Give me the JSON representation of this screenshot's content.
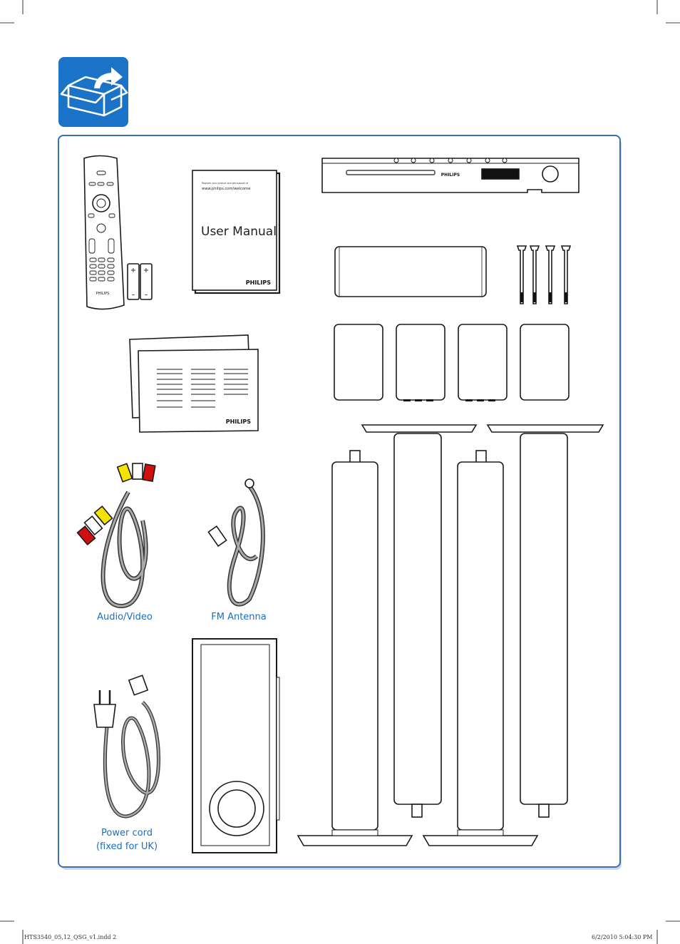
{
  "box_icon": {
    "name": "unpack-box-icon",
    "color": "#1a73c6"
  },
  "colors": {
    "accent": "#1a73c6",
    "label": "#1a6fc4",
    "border": "#3a6fae"
  },
  "manual": {
    "header_line": "Register your product and get support at",
    "url": "www.philips.com/welcome",
    "title": "User Manual",
    "brand": "PHILIPS"
  },
  "remote": {
    "brand": "PHILIPS"
  },
  "batteries": {
    "plus": "+",
    "minus": "–"
  },
  "main_unit": {
    "brand": "PHILIPS"
  },
  "booklet": {
    "brand": "PHILIPS"
  },
  "labels": {
    "audio_video": "Audio/Video",
    "fm_antenna": "FM Antenna",
    "power_cord_line1": "Power cord",
    "power_cord_line2": "(fixed for UK)"
  },
  "slug": {
    "file": "HTS3540_05,12_QSG_v1.indd   2",
    "datetime": "6/2/2010   5:04:30 PM"
  }
}
